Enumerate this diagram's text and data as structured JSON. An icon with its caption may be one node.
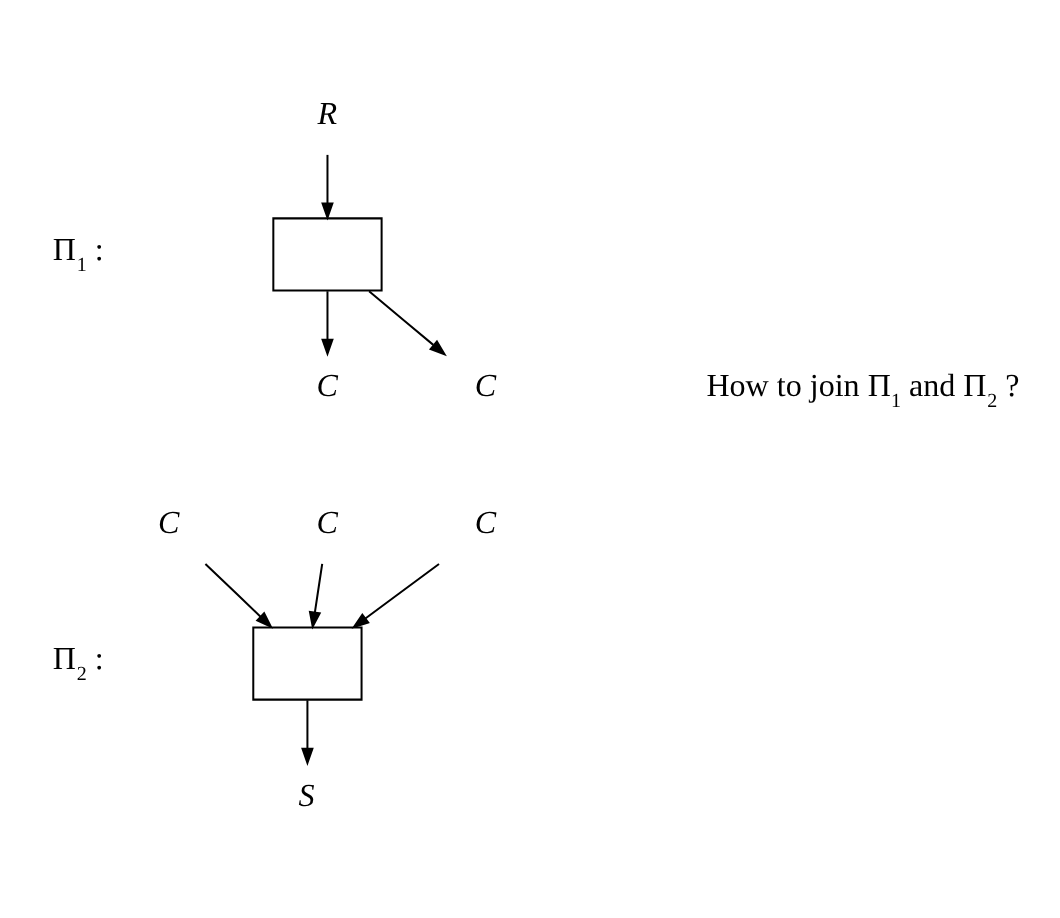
{
  "diagram": {
    "nodes": [
      {
        "text": [
          "R"
        ]
      },
      {
        "text": [],
        "shape": "box"
      },
      {
        "text": [
          "C"
        ]
      },
      {
        "text": [
          "C"
        ]
      },
      {
        "text": [
          "C"
        ]
      },
      {
        "text": [
          "C"
        ]
      },
      {
        "text": [
          "C"
        ]
      },
      {
        "text": [],
        "shape": "box"
      },
      {
        "text": [
          "S"
        ]
      }
    ],
    "edges": [
      {
        "from": 0,
        "to": 1,
        "arrow": "to"
      },
      {
        "from": 1,
        "to": 2,
        "arrow": "to"
      },
      {
        "from": 1,
        "to": 3,
        "arrow": "to"
      },
      {
        "from": 4,
        "to": 7,
        "arrow": "to"
      },
      {
        "from": 5,
        "to": 7,
        "arrow": "to"
      },
      {
        "from": 6,
        "to": 7,
        "arrow": "to"
      },
      {
        "from": 7,
        "to": 8,
        "arrow": "to"
      }
    ],
    "labels": [
      "Π$_{1}$ :",
      "How to join Π$_{1}$ and Π$_{2}$ ?",
      "Π$_{2}$ :"
    ]
  }
}
